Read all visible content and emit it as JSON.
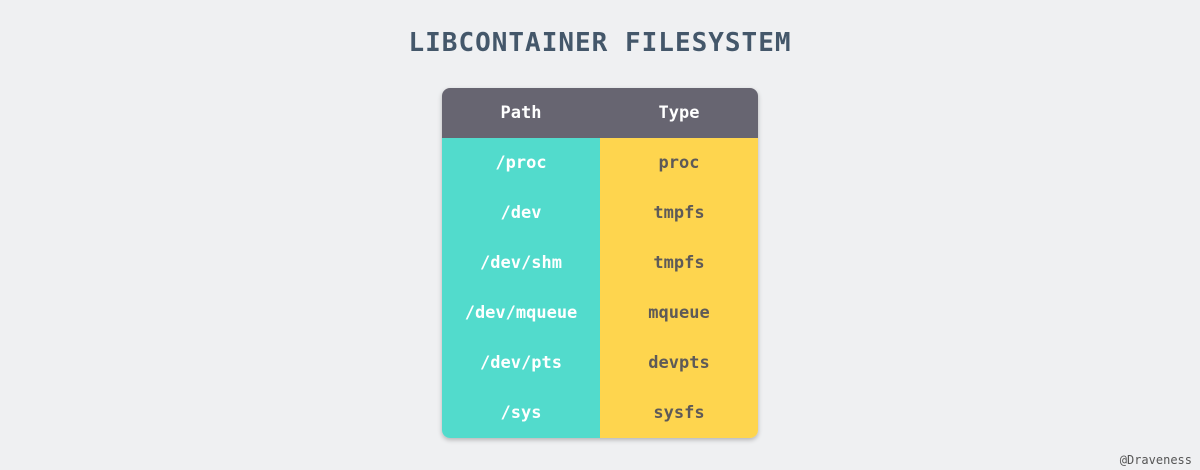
{
  "title": "LIBCONTAINER FILESYSTEM",
  "table": {
    "headers": [
      "Path",
      "Type"
    ],
    "rows": [
      {
        "path": "/proc",
        "type": "proc"
      },
      {
        "path": "/dev",
        "type": "tmpfs"
      },
      {
        "path": "/dev/shm",
        "type": "tmpfs"
      },
      {
        "path": "/dev/mqueue",
        "type": "mqueue"
      },
      {
        "path": "/dev/pts",
        "type": "devpts"
      },
      {
        "path": "/sys",
        "type": "sysfs"
      }
    ]
  },
  "watermark": "@Draveness",
  "colors": {
    "header": "#676571",
    "path": "#52dbcc",
    "type": "#fed54e"
  }
}
